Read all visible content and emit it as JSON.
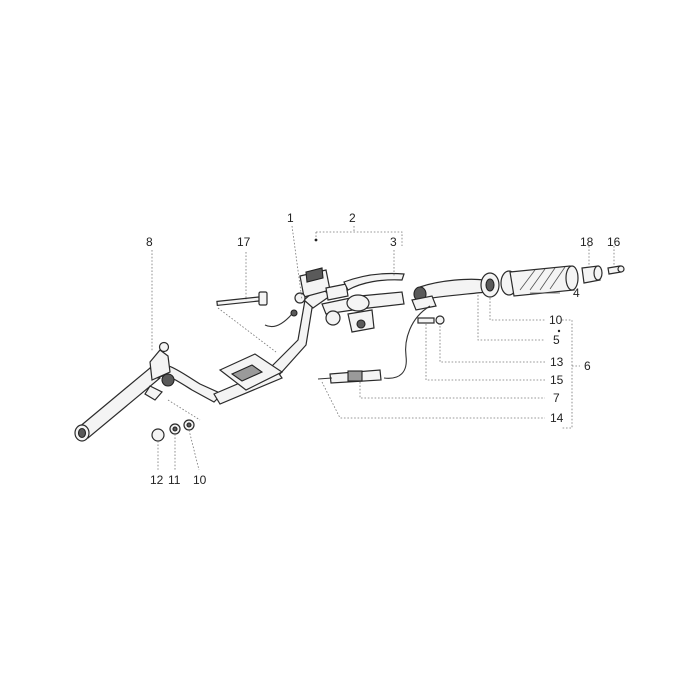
{
  "diagram": {
    "callouts": [
      {
        "id": "c1",
        "text": "1"
      },
      {
        "id": "c2",
        "text": "2"
      },
      {
        "id": "c3",
        "text": "3"
      },
      {
        "id": "c4",
        "text": "4"
      },
      {
        "id": "c5",
        "text": "5"
      },
      {
        "id": "c6",
        "text": "6"
      },
      {
        "id": "c7",
        "text": "7"
      },
      {
        "id": "c8",
        "text": "8"
      },
      {
        "id": "c10a",
        "text": "10"
      },
      {
        "id": "c10b",
        "text": "10"
      },
      {
        "id": "c11",
        "text": "11"
      },
      {
        "id": "c12",
        "text": "12"
      },
      {
        "id": "c13",
        "text": "13"
      },
      {
        "id": "c14",
        "text": "14"
      },
      {
        "id": "c15",
        "text": "15"
      },
      {
        "id": "c16",
        "text": "16"
      },
      {
        "id": "c17",
        "text": "17"
      },
      {
        "id": "c18",
        "text": "18"
      }
    ]
  }
}
